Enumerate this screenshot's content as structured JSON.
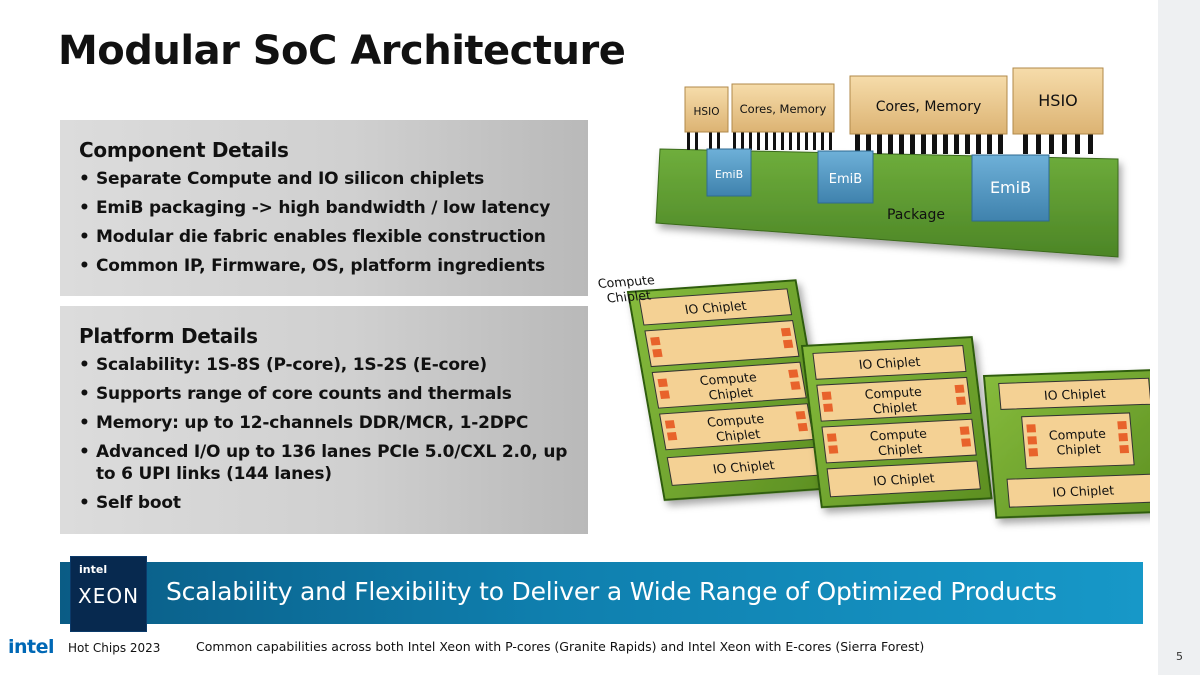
{
  "slide": {
    "title": "Modular SoC Architecture",
    "page_number": "5"
  },
  "component_details": {
    "heading": "Component Details",
    "items": [
      "Separate Compute and IO silicon chiplets",
      "EmiB packaging -> high bandwidth / low latency",
      "Modular die fabric enables flexible construction",
      "Common IP, Firmware, OS, platform ingredients"
    ]
  },
  "platform_details": {
    "heading": "Platform Details",
    "items": [
      "Scalability: 1S-8S (P-core), 1S-2S (E-core)",
      "Supports range of core counts and thermals",
      "Memory: up to 12-channels DDR/MCR, 1-2DPC",
      "Advanced I/O up to 136 lanes PCIe 5.0/CXL 2.0, up to 6 UPI links (144 lanes)",
      "Self boot"
    ]
  },
  "package_diagram": {
    "dies": [
      "HSIO",
      "Cores, Memory",
      "Cores, Memory",
      "HSIO"
    ],
    "bridges": [
      "EmiB",
      "EmiB",
      "EmiB"
    ],
    "package_label": "Package"
  },
  "configurations": {
    "config_a": [
      "IO Chiplet",
      "Compute Chiplet",
      "Compute Chiplet",
      "Compute Chiplet",
      "IO Chiplet"
    ],
    "config_b": [
      "IO Chiplet",
      "Compute Chiplet",
      "Compute Chiplet",
      "IO Chiplet"
    ],
    "config_c": [
      "IO Chiplet",
      "Compute Chiplet",
      "IO Chiplet"
    ]
  },
  "banner": {
    "logo_intel": "intel",
    "logo_xeon": "XEON",
    "text": "Scalability and Flexibility to Deliver a Wide Range of Optimized Products"
  },
  "footer": {
    "logo": "intel",
    "event": "Hot Chips 2023",
    "note": "Common capabilities across both Intel Xeon with P-cores (Granite Rapids) and Intel Xeon with E-cores (Sierra Forest)"
  },
  "colors": {
    "die": "#eccb8d",
    "package": "#5f9b32",
    "emib": "#4f95c0",
    "chiplet_board": "#77ab30",
    "chiplet_box": "#f4d194",
    "pad": "#e8632b",
    "banner": "#0f7fae"
  }
}
